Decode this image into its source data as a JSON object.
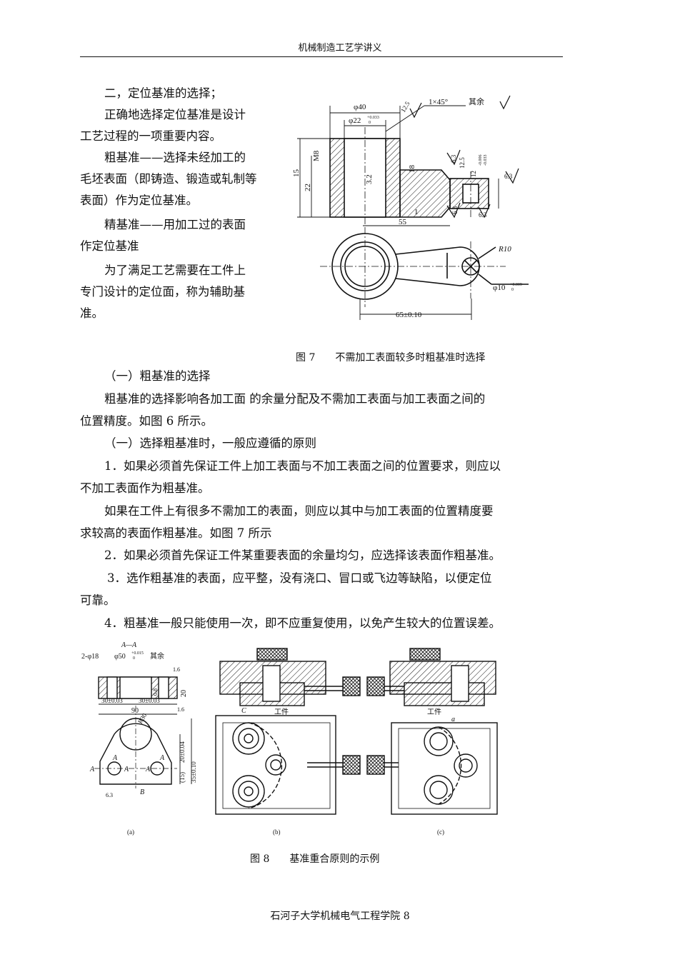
{
  "header": {
    "title": "机械制造工艺学讲义"
  },
  "intro": {
    "lines": [
      "二，定位基准的选择；",
      "正确地选择定位基准是设计",
      "工艺过程的一项重要内容。",
      "粗基准——选择未经加工的",
      "毛坯表面（即铸造、锻造或轧制等",
      "表面）作为定位基准。",
      "精基准——用加工过的表面",
      "作定位基准",
      "为了满足工艺需要在工件上",
      "专门设计的定位面，称为辅助基",
      "准。"
    ]
  },
  "figure7": {
    "caption": "图 7　　不需加工表面较多时粗基准时选择",
    "labels": {
      "d40": "φ40",
      "d22": "φ22",
      "d22_tol": "+0.033",
      "d22_tol2": "0",
      "chamfer": "1×45°",
      "rest": "其余",
      "ra125": "12.5",
      "m8": "M8",
      "h15": "15",
      "h22": "22",
      "h32": "3.2",
      "h18": "18",
      "h1": "1",
      "w55": "55",
      "ra63a": "6.3",
      "ra125b": "12.5",
      "h12": "12",
      "h12_tol": "-0.006",
      "h12_tol2": "-0.033",
      "ra63b": "6.3",
      "ra63c": "6.3",
      "ra63d": "6.3",
      "r10": "R10",
      "d10": "φ10",
      "d10_tol": "+0.009",
      "d10_tol2": "0",
      "d65": "65±0.10"
    }
  },
  "body": {
    "lines": [
      "（一）粗基准的选择",
      "粗基准的选择影响各加工面 的余量分配及不需加工表面与加工表面之间的",
      "位置精度。如图 6 所示。",
      "（一）选择粗基准时，一般应遵循的原则",
      "1．如果必须首先保证工件上加工表面与不加工表面之间的位置要求，则应以",
      "不加工表面作为粗基准。",
      "如果在工件上有很多不需加工的表面，则应以其中与加工表面的位置精度要",
      "求较高的表面作粗基准。如图 7 所示",
      "2．如果必须首先保证工件某重要表面的余量均匀，应选择该表面作粗基准。",
      "3．选作粗基准的表面，应平整，没有浇口、冒口或飞边等缺陷，以便定位",
      "可靠。",
      "4．粗基准一般只能使用一次，即不应重复使用，以免产生较大的位置误差。"
    ]
  },
  "figure8": {
    "caption": "图 8　　基准重合原则的示例",
    "labels": {
      "section": "A—A",
      "holes": "2-φ18",
      "d50": "φ50",
      "d50_tol": "+0.015",
      "d50_tol2": "0",
      "rest": "其余",
      "ra16a": "1.6",
      "ra16b": "1.6",
      "ra08": "0.8",
      "h20": "20",
      "w30a": "30±0.03",
      "w30b": "30±0.03",
      "w90": "90",
      "r30": "R30",
      "a1": "A",
      "a2": "A",
      "a3": "A",
      "a4": "A",
      "a5": "A",
      "d20": "20±0.04",
      "d15": "(15)",
      "d35": "35±0.10",
      "ra63": "6.3",
      "b": "B",
      "workpiece1": "工件",
      "workpiece2": "工件",
      "c": "C",
      "a": "a",
      "sub_a": "(a)",
      "sub_b": "(b)",
      "sub_c": "(c)"
    }
  },
  "footer": {
    "text": "石河子大学机械电气工程学院 8"
  }
}
